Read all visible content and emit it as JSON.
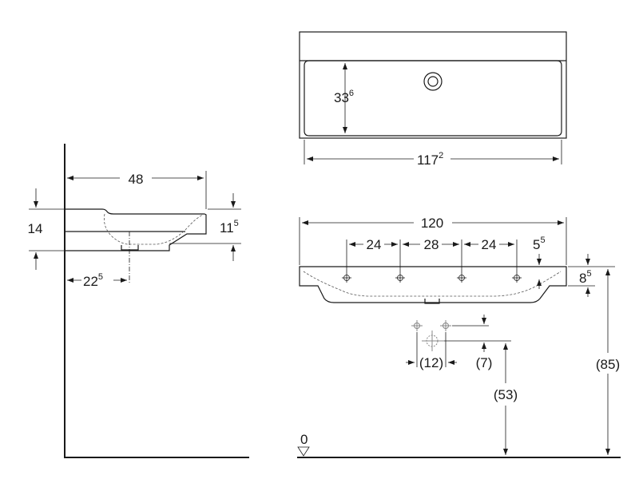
{
  "side_view": {
    "depth": {
      "value": "48"
    },
    "height": {
      "value": "14"
    },
    "basin_height": {
      "main": "11",
      "sup": "5"
    },
    "drain_offset": {
      "main": "22",
      "sup": "5"
    }
  },
  "top_view": {
    "inner_depth": {
      "main": "33",
      "sup": "6"
    },
    "inner_width": {
      "main": "117",
      "sup": "2"
    }
  },
  "front_view": {
    "overall_width": "120",
    "tap_spacing": [
      "24",
      "28",
      "24"
    ],
    "rim_offset": {
      "main": "5",
      "sup": "5"
    },
    "rim_height": {
      "main": "8",
      "sup": "5"
    },
    "drain_spacing": "(12)",
    "drain_vertical": "(7)",
    "drain_height": "(53)",
    "rim_level": "(85)",
    "floor_level": "0"
  }
}
